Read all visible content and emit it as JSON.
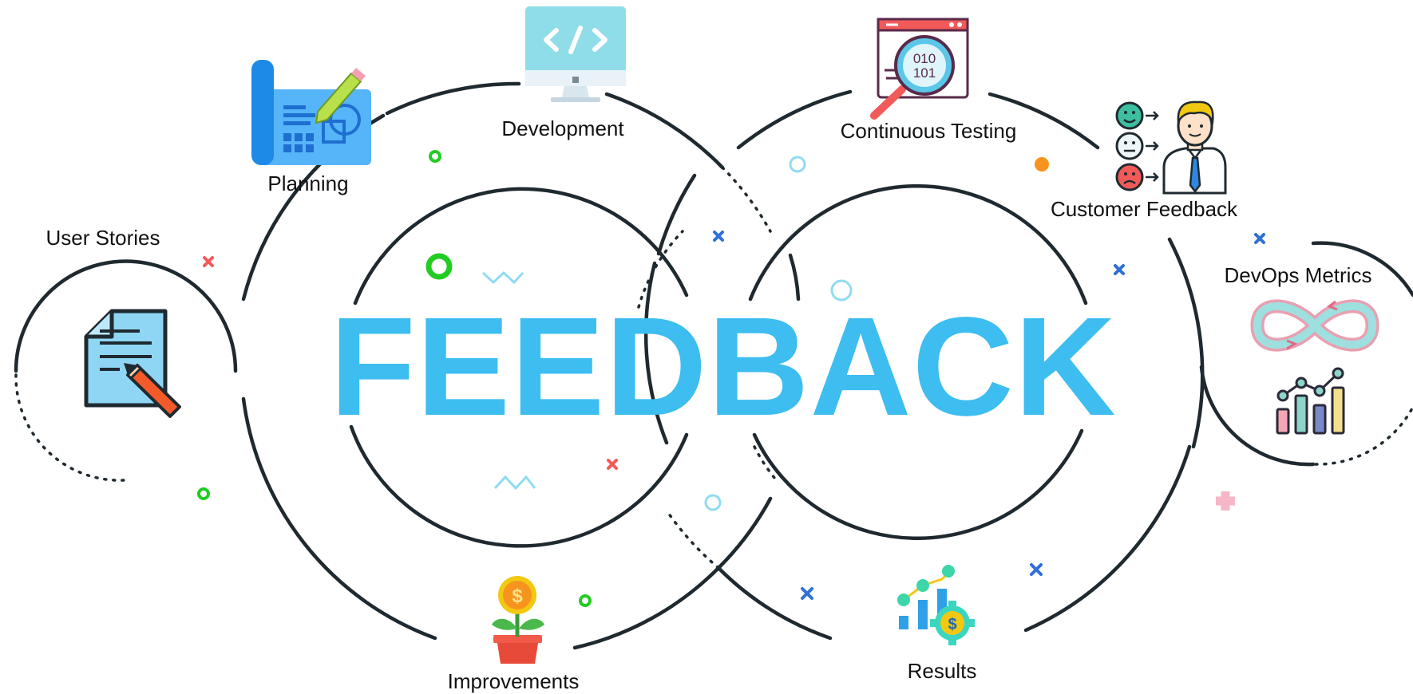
{
  "title": "FEEDBACK",
  "stages": {
    "user_stories": "User Stories",
    "planning": "Planning",
    "development": "Development",
    "continuous_testing": "Continuous Testing",
    "customer_feedback": "Customer Feedback",
    "devops_metrics": "DevOps Metrics",
    "results": "Results",
    "improvements": "Improvements"
  },
  "icons": {
    "user_stories": "document-pencil-icon",
    "planning": "blueprint-icon",
    "development": "code-monitor-icon",
    "continuous_testing": "binary-magnifier-icon",
    "customer_feedback": "rating-faces-person-icon",
    "devops_metrics": "infinity-bar-chart-icon",
    "results": "growth-chart-gear-icon",
    "improvements": "money-plant-icon"
  },
  "testing_binary": [
    "010",
    "101"
  ],
  "currency_symbol": "$",
  "colors": {
    "title": "#3dbdf0",
    "ring": "#1f2a30",
    "accent_blue": "#2f6fd8",
    "accent_red": "#f25a5a",
    "accent_green": "#22cc22",
    "accent_orange": "#f7941d",
    "accent_yellow": "#f2c811",
    "accent_pink": "#f6b6c8",
    "accent_cyan": "#8fdcf0"
  }
}
